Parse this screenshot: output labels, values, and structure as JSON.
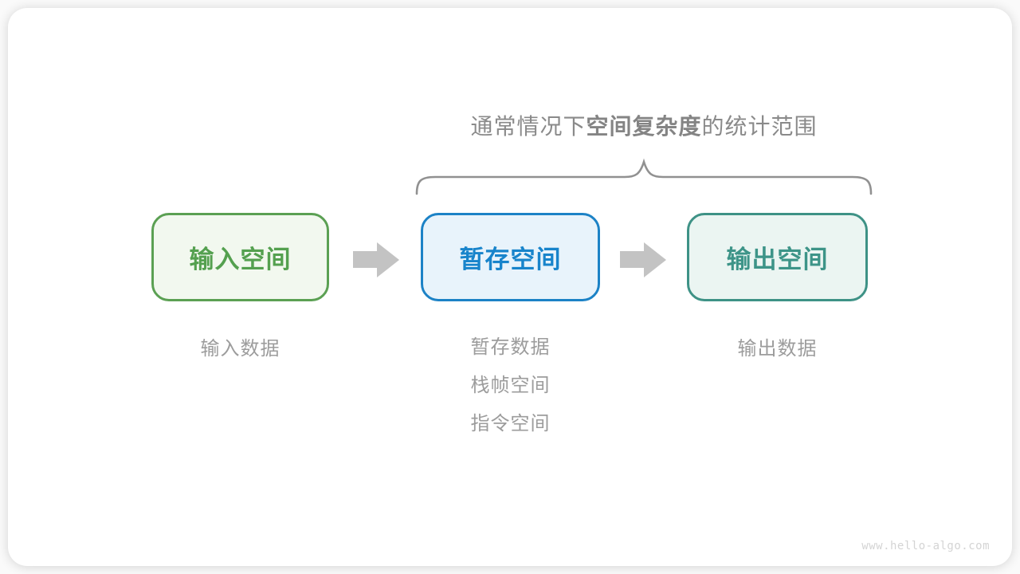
{
  "title": {
    "prefix": "通常情况下",
    "emphasis": "空间复杂度",
    "suffix": "的统计范围"
  },
  "boxes": [
    {
      "label": "输入空间",
      "color": "#5BA053",
      "background": "#F2F8EF"
    },
    {
      "label": "暂存空间",
      "color": "#1C82C6",
      "background": "#E8F3FB"
    },
    {
      "label": "输出空间",
      "color": "#3E9286",
      "background": "#EBF5F2"
    }
  ],
  "notes": {
    "input": [
      "输入数据"
    ],
    "temp": [
      "暂存数据",
      "栈帧空间",
      "指令空间"
    ],
    "output": [
      "输出数据"
    ]
  },
  "decor": {
    "brace_color": "#919191",
    "arrow_color": "#C3C3C3"
  },
  "watermark": "www.hello-algo.com"
}
